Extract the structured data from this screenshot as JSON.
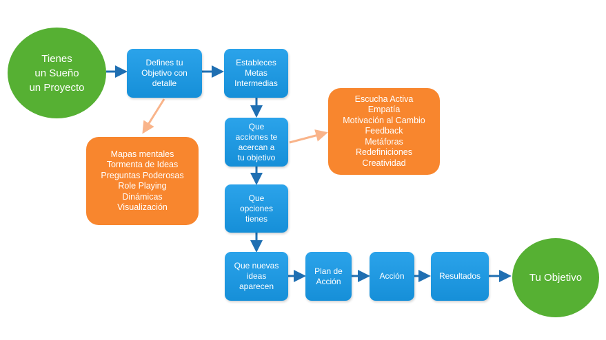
{
  "diagram": {
    "start": "Tienes\nun Sueño\nun Proyecto",
    "define_goal": "Defines tu\nObjetivo con\ndetalle",
    "set_goals": "Estableces\nMetas\nIntermedias",
    "actions": "Que\nacciones te\nacercan a\ntu objetivo",
    "options": "Que\nopciones\ntienes",
    "new_ideas": "Que nuevas\nideas\naparecen",
    "plan": "Plan de\nAcción",
    "action": "Acción",
    "results": "Resultados",
    "end": "Tu Objetivo",
    "tools_left": [
      "Mapas mentales",
      "Tormenta de Ideas",
      "Preguntas Poderosas",
      "Role Playing",
      "Dinámicas",
      "Visualización"
    ],
    "tools_right": [
      "Escucha Activa",
      "Empatía",
      "Motivación al Cambio",
      "Feedback",
      "Metáforas",
      "Redefiniciones",
      "Creatividad"
    ]
  },
  "colors": {
    "green": "#56b033",
    "blue": "#1a94dd",
    "orange": "#f8862e",
    "arrow_blue": "#1f6fb2",
    "arrow_orange": "#f9b48a"
  }
}
